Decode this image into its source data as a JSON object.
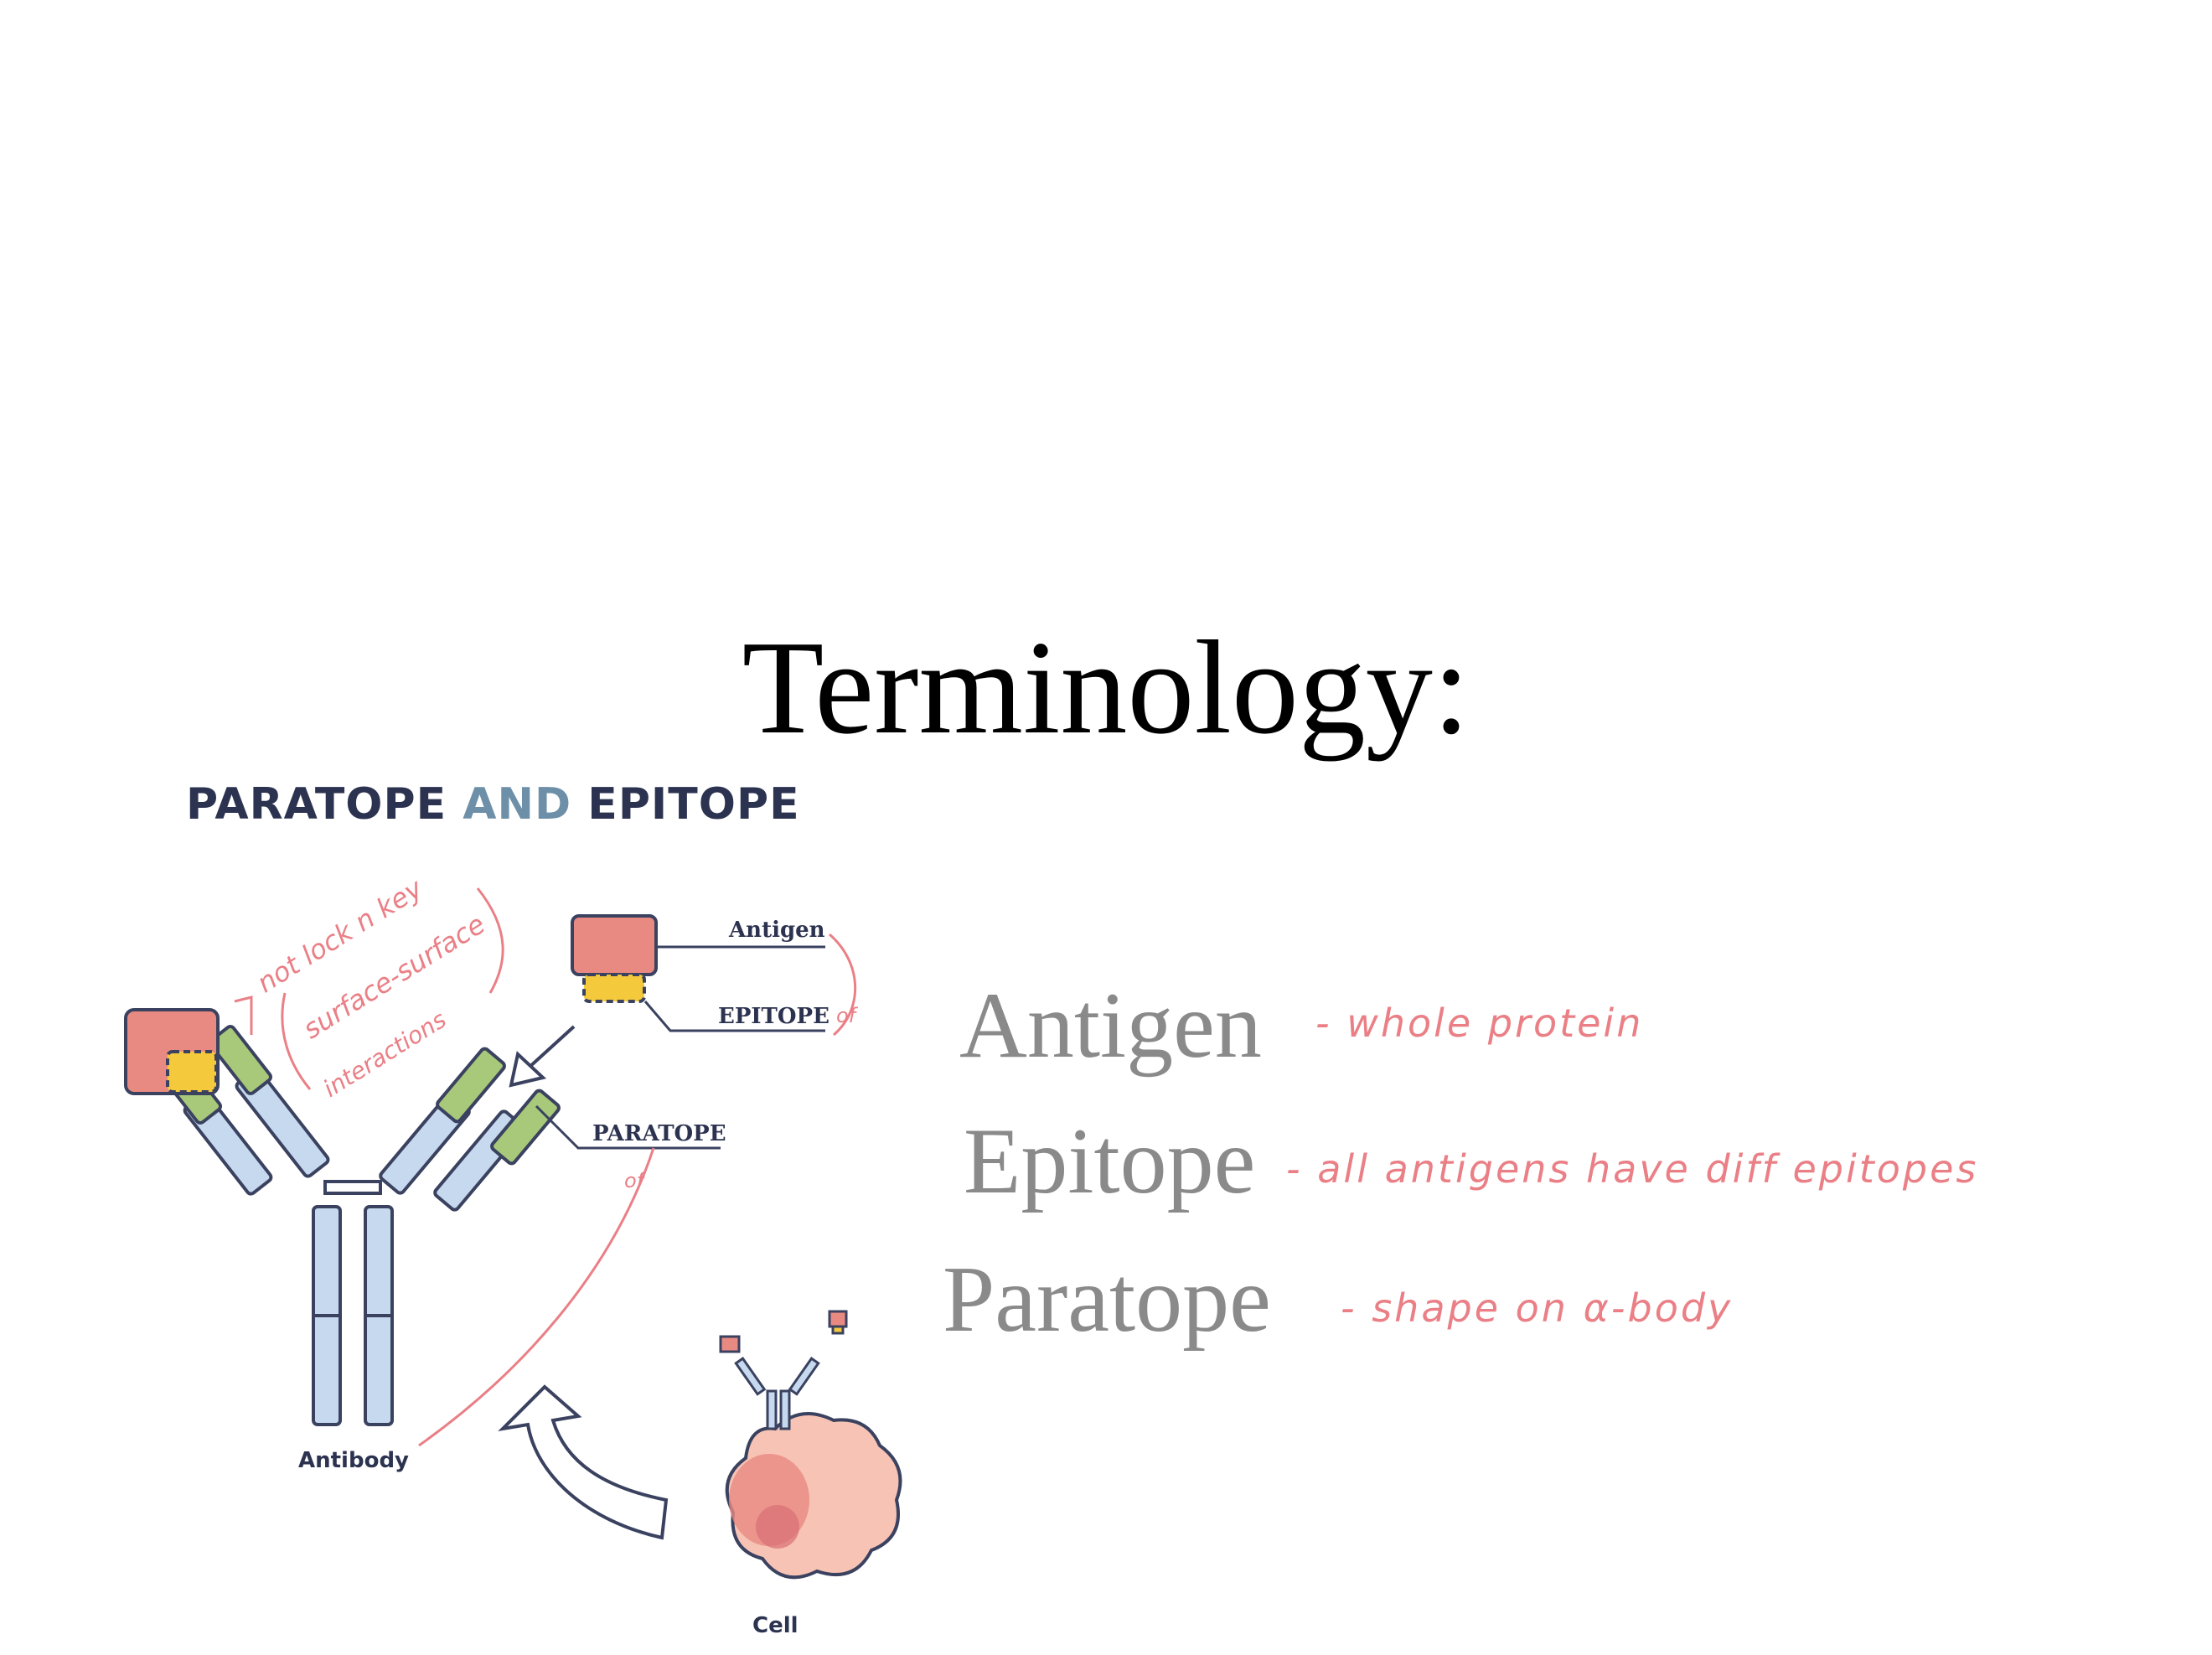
{
  "slide": {
    "title": "Terminology:"
  },
  "diagram": {
    "title_part1": "PARATOPE",
    "title_part2": "AND",
    "title_part3": "EPITOPE",
    "label_antigen": "Antigen",
    "label_epitope": "EPITOPE",
    "label_paratope": "PARATOPE",
    "label_antibody": "Antibody",
    "label_cell": "Cell",
    "handwritten_line1": "not lock n key",
    "handwritten_line2": "surface-surface",
    "handwritten_line3": "interactions",
    "handwritten_of_1": "of",
    "handwritten_of_2": "of"
  },
  "terms": [
    {
      "term": "Antigen",
      "note": "- whole protein"
    },
    {
      "term": "Epitope",
      "note": "- all antigens have diff epitopes"
    },
    {
      "term": "Paratope",
      "note": "- shape on α-body"
    }
  ],
  "colors": {
    "antigen": "#e98a82",
    "epitope": "#f4c93b",
    "paratope": "#a8c97a",
    "antibody": "#c6d9ee",
    "cell": "#f7c3b5",
    "annotation": "#ea7f86"
  }
}
